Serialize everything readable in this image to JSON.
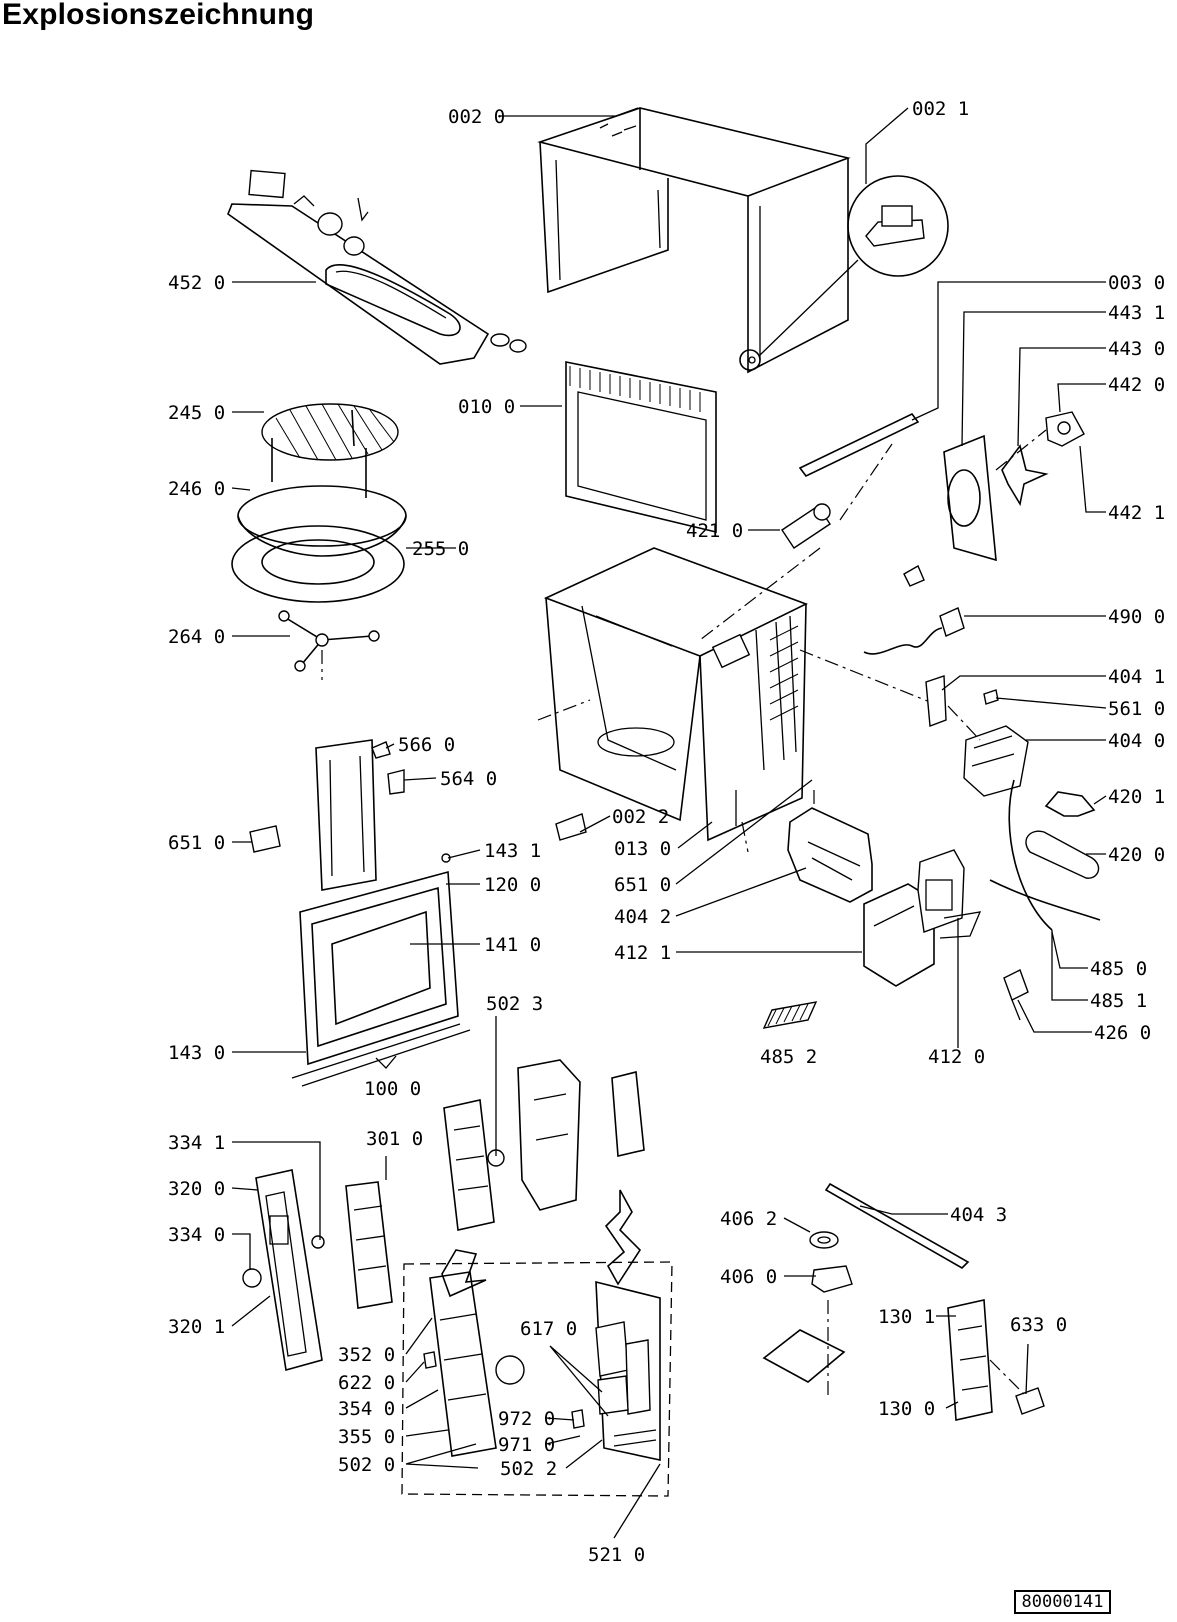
{
  "page_title": "Explosionszeichnung",
  "document_number": "80000141",
  "callouts": [
    "002 0",
    "002 1",
    "452 0",
    "003 0",
    "443 1",
    "443 0",
    "442 0",
    "442 1",
    "245 0",
    "010 0",
    "246 0",
    "255 0",
    "421 0",
    "264 0",
    "490 0",
    "404 1",
    "561 0",
    "566 0",
    "404 0",
    "564 0",
    "420 1",
    "002 2",
    "651 0",
    "013 0",
    "143 1",
    "120 0",
    "651 0",
    "420 0",
    "404 2",
    "141 0",
    "412 1",
    "485 0",
    "485 1",
    "502 3",
    "485 2",
    "426 0",
    "412 0",
    "143 0",
    "100 0",
    "334 1",
    "301 0",
    "320 0",
    "406 2",
    "404 3",
    "334 0",
    "406 0",
    "320 1",
    "130 1",
    "633 0",
    "617 0",
    "352 0",
    "622 0",
    "130 0",
    "354 0",
    "972 0",
    "355 0",
    "971 0",
    "502 0",
    "502 2",
    "521 0"
  ]
}
